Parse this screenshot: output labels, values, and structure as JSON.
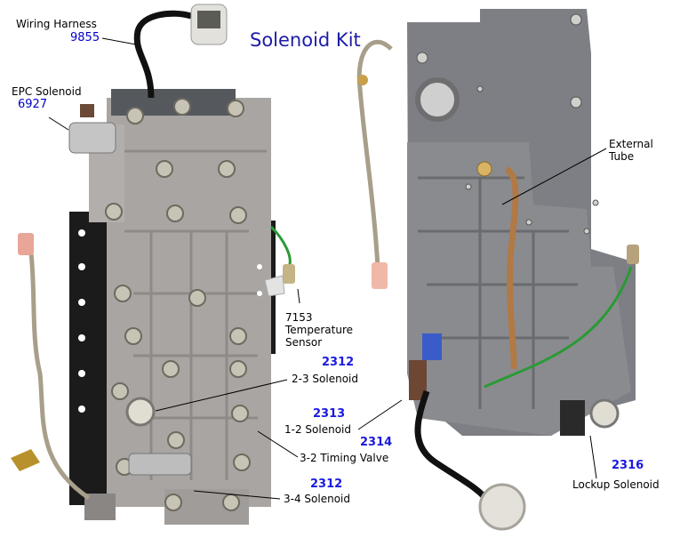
{
  "title": "Solenoid Kit",
  "labels": {
    "wiring_harness": {
      "name": "Wiring Harness",
      "part": "9855"
    },
    "epc_solenoid": {
      "name": "EPC Solenoid",
      "part": "6927"
    },
    "temperature_sensor": {
      "part": "7153",
      "name_line1": "Temperature",
      "name_line2": "Sensor"
    },
    "solenoid_2_3": {
      "part": "2312",
      "name": "2-3 Solenoid"
    },
    "solenoid_1_2": {
      "part": "2313",
      "name": "1-2 Solenoid"
    },
    "timing_valve_3_2": {
      "part": "2314",
      "name": "3-2 Timing Valve"
    },
    "solenoid_3_4": {
      "part": "2312",
      "name": "3-4 Solenoid"
    },
    "external_tube": {
      "name_line1": "External",
      "name_line2": "Tube"
    },
    "lockup_solenoid": {
      "part": "2316",
      "name": "Lockup Solenoid"
    }
  },
  "colors": {
    "title": "#1c1ca8",
    "part_number": "#0000cc",
    "valve_body": "#9a9a9a",
    "gasket": "#1a1a1a"
  }
}
